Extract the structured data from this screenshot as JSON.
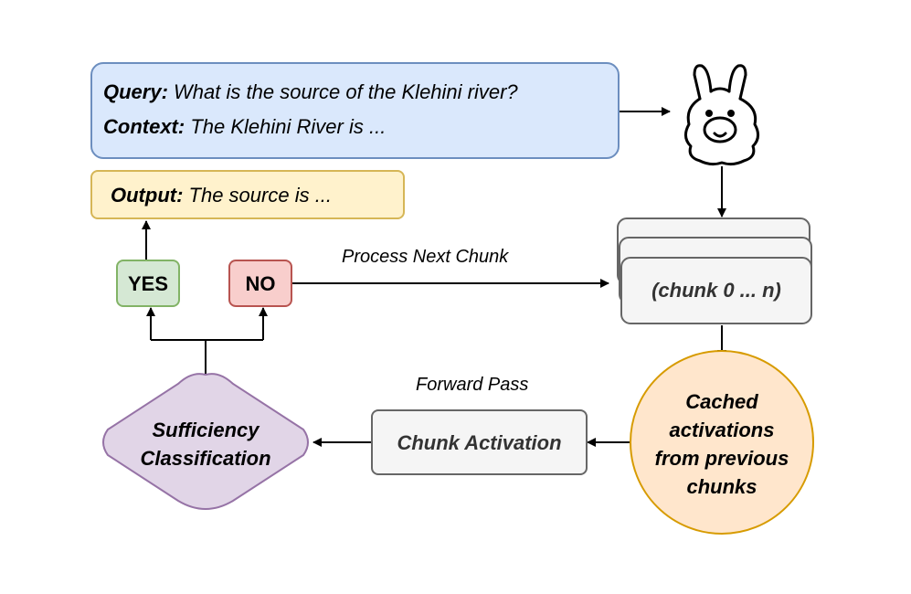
{
  "query_box": {
    "query_label": "Query:",
    "query_text": "What is the source of the Klehini river?",
    "context_label": "Context:",
    "context_text": "The Klehini River is ..."
  },
  "output_box": {
    "label": "Output:",
    "text": "The source is ..."
  },
  "yes_label": "YES",
  "no_label": "NO",
  "process_next_label": "Process Next Chunk",
  "chunk_stack_label": "(chunk 0 ... n)",
  "cache_label": [
    "Cached",
    "activations",
    "from previous",
    "chunks"
  ],
  "forward_pass_label": "Forward Pass",
  "chunk_activation_label": "Chunk Activation",
  "classifier_label": [
    "Sufficiency",
    "Classification"
  ],
  "llm_icon": "llama-icon",
  "colors": {
    "query_fill": "#dae8fc",
    "query_stroke": "#6c8ebf",
    "output_fill": "#fff2cc",
    "output_stroke": "#d6b656",
    "yes_fill": "#d5e8d4",
    "yes_stroke": "#82b366",
    "no_fill": "#f8cecc",
    "no_stroke": "#b85450",
    "chunk_fill": "#f5f5f5",
    "chunk_stroke": "#666666",
    "cache_fill": "#ffe6cc",
    "cache_stroke": "#d79b00",
    "classifier_fill": "#e1d5e7",
    "classifier_stroke": "#9673a6"
  }
}
